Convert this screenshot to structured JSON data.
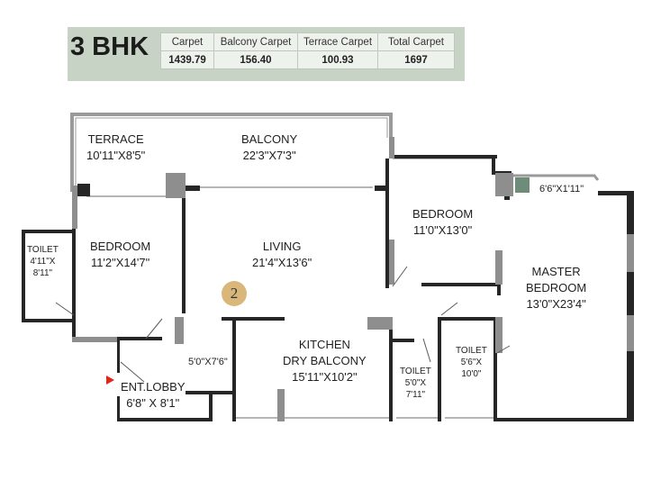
{
  "header": {
    "title": "3 BHK",
    "columns": [
      "Carpet",
      "Balcony Carpet",
      "Terrace Carpet",
      "Total Carpet"
    ],
    "values": [
      "1439.79",
      "156.40",
      "100.93",
      "1697"
    ]
  },
  "unit_number": "2",
  "rooms": {
    "terrace": {
      "name": "TERRACE",
      "size": "10'11\"X8'5\""
    },
    "balcony": {
      "name": "BALCONY",
      "size": "22'3\"X7'3\""
    },
    "bedroom_left": {
      "name": "BEDROOM",
      "size": "11'2\"X14'7\""
    },
    "toilet_left": {
      "name": "TOILET",
      "size1": "4'11\"X",
      "size2": "8'11\""
    },
    "living": {
      "name": "LIVING",
      "size": "21'4\"X13'6\""
    },
    "bedroom_right": {
      "name": "BEDROOM",
      "size": "11'0\"X13'0\""
    },
    "balcony_small": {
      "size": "6'6\"X1'11\""
    },
    "master": {
      "name1": "MASTER",
      "name2": "BEDROOM",
      "size": "13'0\"X23'4\""
    },
    "kitchen": {
      "name1": "KITCHEN",
      "name2": "DRY BALCONY",
      "size": "15'11\"X10'2\""
    },
    "passage": {
      "size": "5'0\"X7'6\""
    },
    "lobby": {
      "name": "ENT.LOBBY",
      "size": "6'8\" X 8'1\""
    },
    "toilet_mid": {
      "name": "TOILET",
      "size1": "5'0\"X",
      "size2": "7'11\""
    },
    "toilet_right": {
      "name": "TOILET",
      "size1": "5'6\"X",
      "size2": "10'0\""
    }
  }
}
